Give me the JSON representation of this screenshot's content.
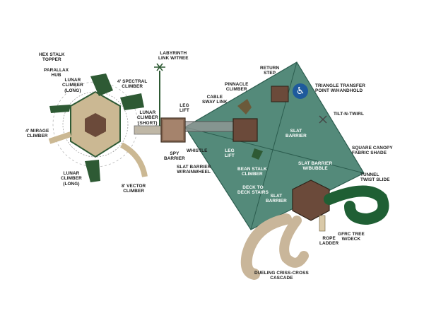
{
  "colors": {
    "canopy": "#3c7a68",
    "canopy_edge": "#2b5c4e",
    "deck_brown": "#6b4a3a",
    "slide_tan": "#c9b69a",
    "slide_green": "#1f5f34",
    "climber_green": "#2e5a34",
    "climber_tan": "#cbb893",
    "net_gray": "#9a9a9a",
    "access_blue": "#1e5a9c"
  },
  "icons": {
    "accessibility": "wheelchair-accessible-icon"
  },
  "labels": {
    "hex_stalk_topper": "HEX STALK\nTOPPER",
    "parallax_hub": "PARALLAX\nHUB",
    "lunar_climber_long_top": "LUNAR\nCLIMBER\n(LONG)",
    "spectral_climber": "4' SPECTRAL\nCLIMBER",
    "mirage_climber": "4' MIRAGE\nCLIMBER",
    "lunar_climber_short": "LUNAR\nCLIMBER\n(SHORT)",
    "lunar_climber_long_bottom": "LUNAR\nCLIMBER\n(LONG)",
    "vector_climber": "8' VECTOR\nCLIMBER",
    "labyrinth_link": "LABYRINTH\nLINK W/TREE",
    "leg_lift_top": "LEG\nLIFT",
    "cable_sway_link": "CABLE\nSWAY LINK",
    "spy_barrier": "SPY\nBARRIER",
    "whistle": "WHISTLE",
    "slat_barrier_rainwheel": "SLAT BARRIER\nW/RAINWHEEL",
    "pinnacle_climber": "PINNACLE\nCLIMBER",
    "return_step": "RETURN\nSTEP",
    "triangle_transfer": "TRIANGLE TRANSFER\nPOINT W/HANDHOLD",
    "tilt_n_twirl": "TILT-N-TWIRL",
    "slat_barrier_top": "SLAT\nBARRIER",
    "leg_lift_mid": "LEG\nLIFT",
    "bean_stalk_climber": "BEAN STALK\nCLIMBER",
    "slat_barrier_bubble": "SLAT BARRIER\nW/BUBBLE",
    "square_canopy": "SQUARE CANOPY\nFABRIC SHADE",
    "deck_to_deck_stairs": "DECK TO\nDECK STAIRS",
    "slat_barrier_low": "SLAT\nBARRIER",
    "tunnel_twist_slide": "TUNNEL\nTWIST SLIDE",
    "rope_ladder": "ROPE\nLADDER",
    "gfrc_tree": "GFRC TREE\nW/DECK",
    "dueling_cascade": "DUELING CRISS-CROSS\nCASCADE"
  }
}
